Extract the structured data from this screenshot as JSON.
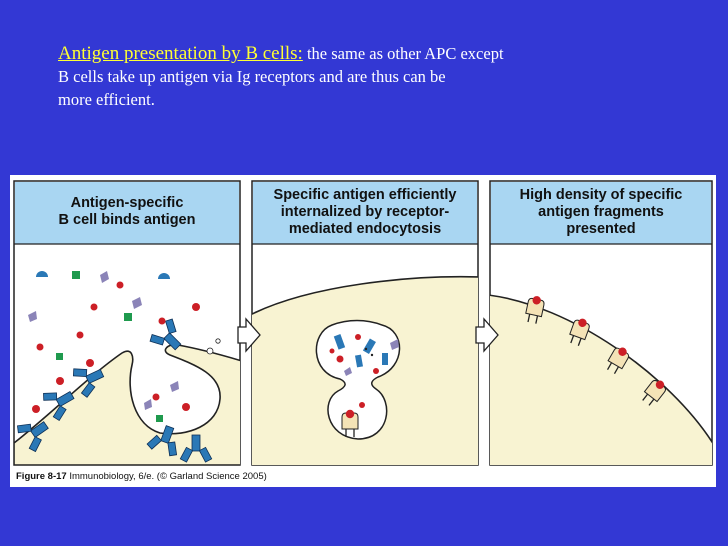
{
  "slide": {
    "heading": "Antigen presentation by B cells:",
    "text_line1": " the same as other APC except",
    "text_line2": "B cells take up antigen via Ig receptors and are thus can be",
    "text_line3": "more efficient."
  },
  "panels": [
    {
      "title_line1": "Antigen-specific",
      "title_line2": "B cell binds antigen"
    },
    {
      "title_line1": "Specific antigen efficiently",
      "title_line2": "internalized by receptor-",
      "title_line3": "mediated endocytosis"
    },
    {
      "title_line1": "High density of specific",
      "title_line2": "antigen fragments",
      "title_line3": "presented"
    }
  ],
  "caption": {
    "figure_label": "Figure 8-17",
    "text": " Immunobiology, 6/e. (© Garland Science 2005)"
  },
  "colors": {
    "slide_background": "#3338d4",
    "heading": "#ffff33",
    "panel_header": "#a9d6f2",
    "cell": "#f8f3d2",
    "receptor": "#2a78b6",
    "antigen_red": "#cc1f26",
    "antigen_green": "#1f9a4e",
    "antigen_purple": "#8b84b8"
  }
}
